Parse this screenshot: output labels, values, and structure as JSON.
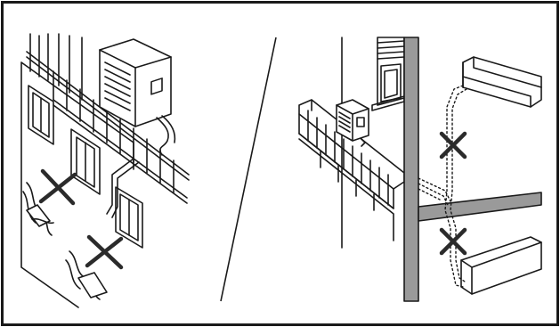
{
  "figure": {
    "panels": [
      {
        "id": "left",
        "subject": "outdoor-unit-on-wall",
        "marks": [
          "x-mark",
          "x-mark"
        ]
      },
      {
        "id": "right",
        "subject": "indoor-units-and-piping",
        "marks": [
          "x-mark",
          "x-mark"
        ]
      }
    ],
    "colors": {
      "stroke": "#1a1a1a",
      "wall": "#9a9a9a",
      "mark": "#2b2b2b",
      "background": "#ffffff"
    },
    "icons": [
      "outdoor-unit-icon",
      "indoor-unit-icon",
      "x-mark-icon",
      "drain-pipe-icon"
    ]
  }
}
